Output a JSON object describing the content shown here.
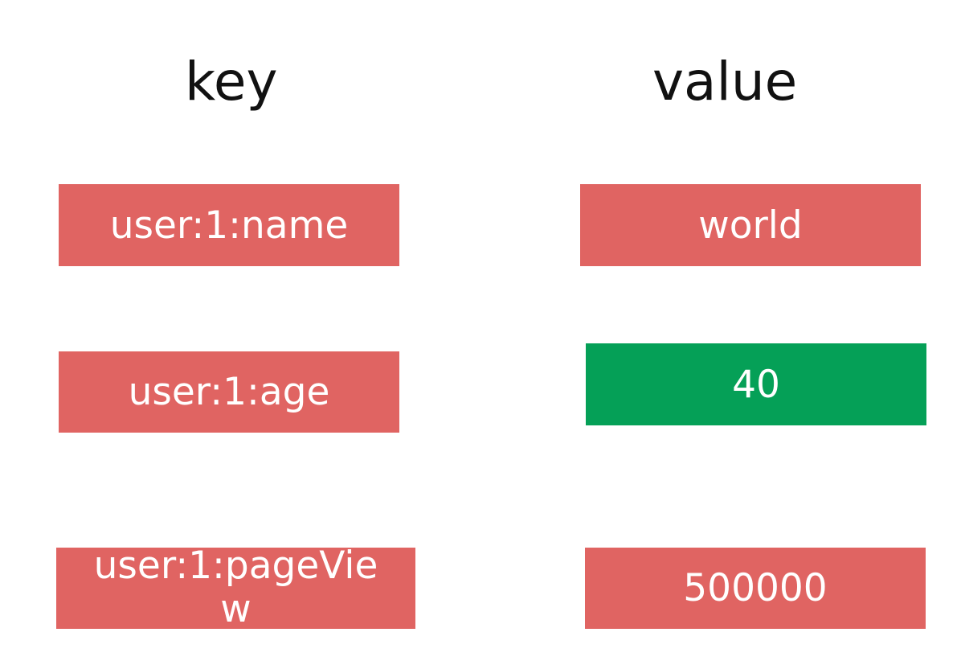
{
  "headings": {
    "key": "key",
    "value": "value"
  },
  "rows": [
    {
      "key": "user:1:name",
      "value": "world",
      "value_color": "#e06462"
    },
    {
      "key": "user:1:age",
      "value": "40",
      "value_color": "#05a057"
    },
    {
      "key": "user:1:pageView",
      "value": "500000",
      "value_color": "#e06462"
    }
  ],
  "colors": {
    "key_box": "#e06462",
    "highlight": "#05a057",
    "text_on_box": "#ffffff",
    "heading": "#111111"
  }
}
